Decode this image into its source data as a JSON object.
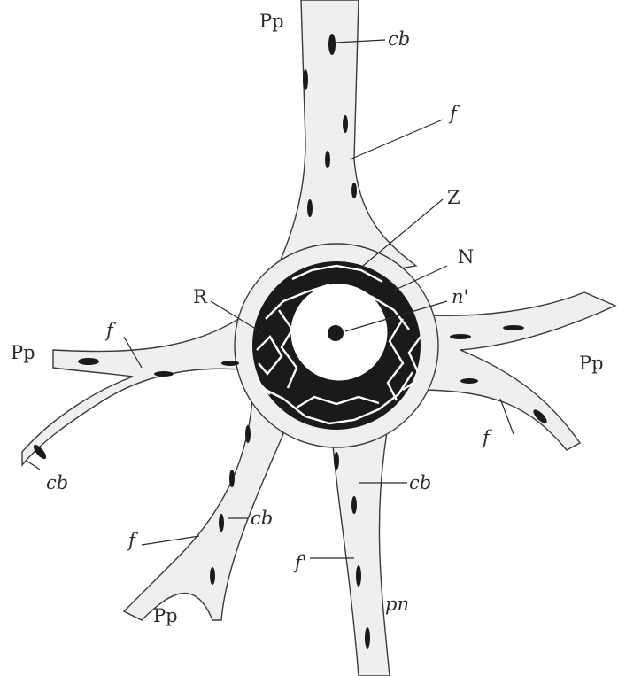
{
  "figure": {
    "labels": {
      "pp_top": "Pp",
      "cb_top": "cb",
      "f_top": "f",
      "z": "Z",
      "n_cap": "N",
      "n_prime": "n'",
      "r": "R",
      "f_left": "f",
      "pp_left": "Pp",
      "pp_right": "Pp",
      "cb_left": "cb",
      "f_right": "f",
      "cb_center": "cb",
      "cb_lower_left": "cb",
      "f_lower_left": "f",
      "f_prime": "f'",
      "pp_bottom": "Pp",
      "pn": "pn"
    },
    "colors": {
      "ink": "#1a1a1a",
      "fiber": "#efefef",
      "outline": "#3a3a3a",
      "nucleus_fill": "#ffffff"
    }
  }
}
